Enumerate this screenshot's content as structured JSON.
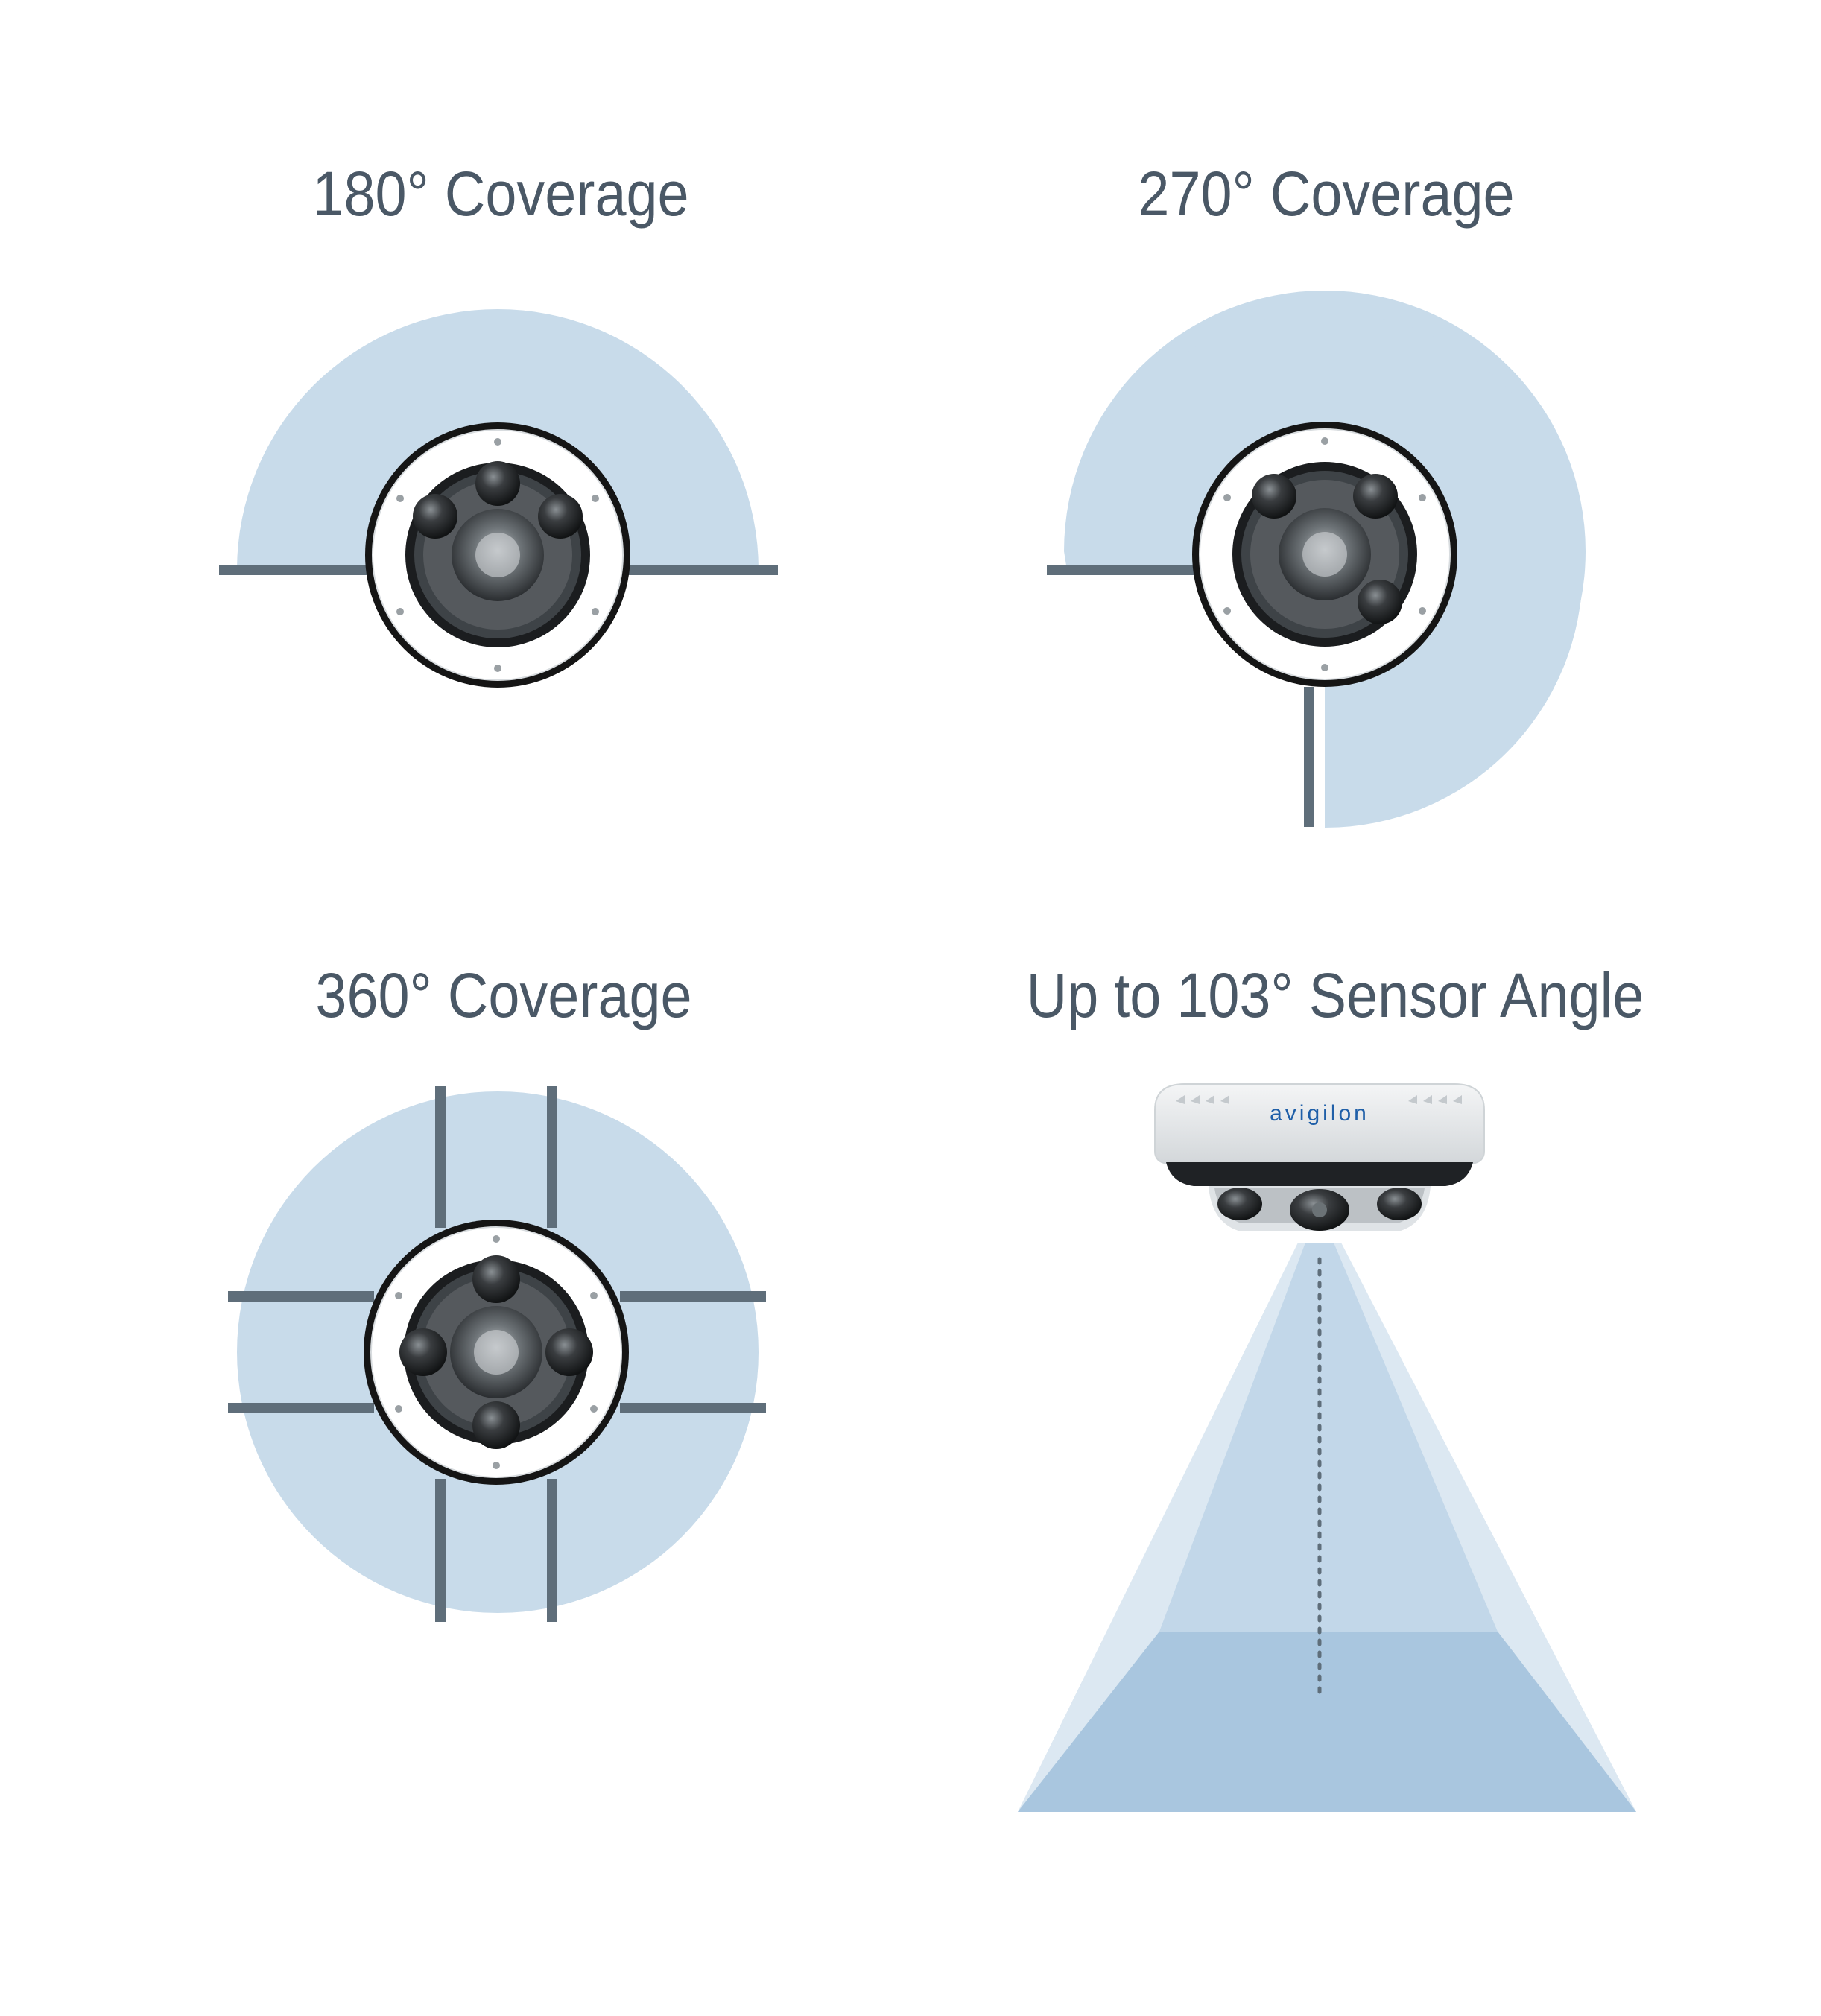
{
  "colors": {
    "coverage_fill": "#c8dbea",
    "wall": "#5f6e7a",
    "title_text": "#4a5866",
    "camera_ring": "#ffffff",
    "camera_bezel": "#1c1c1c",
    "brand": "#1f5fa8"
  },
  "panels": [
    {
      "title": "180° Coverage",
      "coverage_degrees": 180
    },
    {
      "title": "270° Coverage",
      "coverage_degrees": 270
    },
    {
      "title": "360° Coverage",
      "coverage_degrees": 360
    },
    {
      "title": "Up to 103° Sensor Angle",
      "sensor_angle_degrees": 103,
      "camera_brand": "avigilon"
    }
  ],
  "icons": {
    "camera_top_view": "camera-dome-icon",
    "camera_side_view": "camera-side-icon"
  }
}
